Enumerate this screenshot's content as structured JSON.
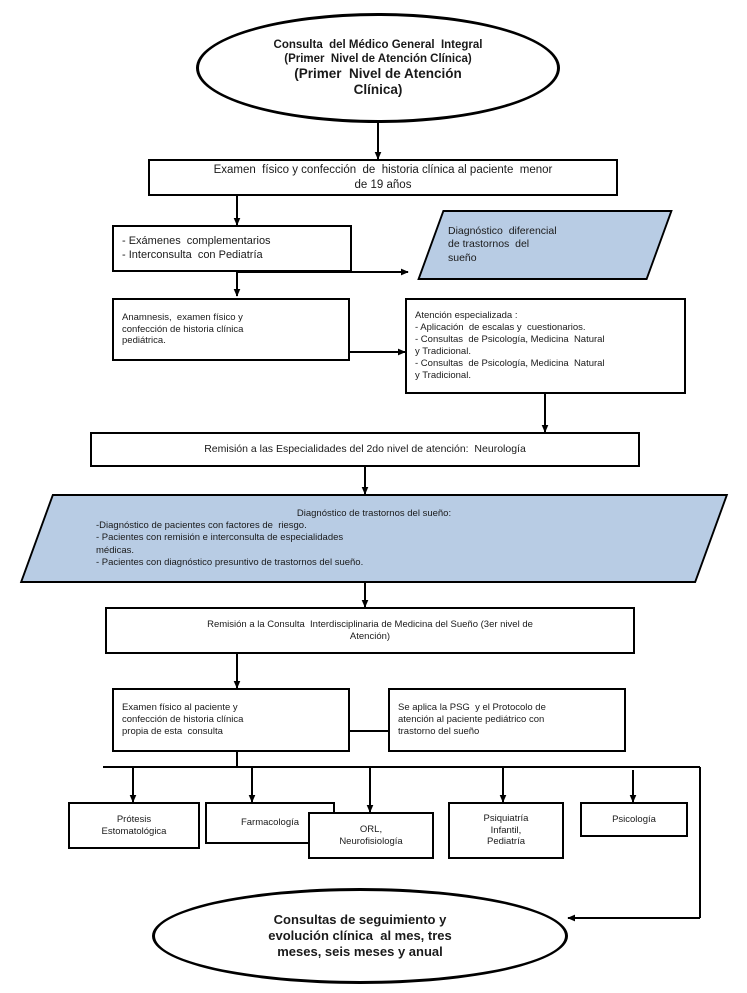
{
  "meta": {
    "title": "Flujograma de atención a trastornos del sueño en pacientes menores de 19 años",
    "accent_fill": "#b8cce4",
    "stroke": "#000000",
    "background": "#ffffff"
  },
  "nodes": {
    "start_ellipse": {
      "shape": "ellipse",
      "lines": [
        "Consulta  del Médico General  Integral",
        "(Primer  Nivel de Atención Clínica)",
        "(Primer  Nivel de Atención",
        "Clínica)"
      ]
    },
    "exam_box": {
      "shape": "process",
      "lines": [
        "Examen  físico y confección  de  historia clínica al paciente  menor",
        "de 19 años"
      ]
    },
    "complementarios_box": {
      "shape": "process",
      "lines": [
        "- Exámenes  complementarios",
        "- Interconsulta  con Pediatría"
      ]
    },
    "diag_diferencial_para": {
      "shape": "parallelogram",
      "lines": [
        "Diagnóstico  diferencial",
        "de trastornos  del",
        "sueño"
      ]
    },
    "anamnesis_box": {
      "shape": "process",
      "lines": [
        "Anamnesis,  examen físico y",
        "confección de historia clínica",
        "pediátrica."
      ]
    },
    "atencion_especializada_box": {
      "shape": "process",
      "lines": [
        "Atención especializada :",
        "- Aplicación  de escalas y  cuestionarios.",
        "- Consultas  de Psicología, Medicina  Natural",
        "y Tradicional.",
        "- Consultas  de Psicología, Medicina  Natural",
        "y Tradicional."
      ]
    },
    "remision_2do_box": {
      "shape": "process",
      "lines": [
        "Remisión a las Especialidades del 2do nivel de atención:  Neurología"
      ]
    },
    "diag_trastornos_para": {
      "shape": "parallelogram",
      "title": "Diagnóstico de trastornos del sueño:",
      "lines": [
        "-Diagnóstico de pacientes con factores de  riesgo.",
        "- Pacientes con remisión e interconsulta de especialidades",
        "médicas.",
        "- Pacientes con diagnóstico presuntivo de trastornos del sueño."
      ]
    },
    "remision_3er_box": {
      "shape": "process",
      "lines": [
        "Remisión a la Consulta  Interdisciplinaria de Medicina del Sueño (3er nivel de",
        "Atención)"
      ]
    },
    "examen_consulta_box": {
      "shape": "process",
      "lines": [
        "Examen físico al paciente y",
        "confección de historia clínica",
        "propia de esta  consulta"
      ]
    },
    "psg_box": {
      "shape": "process",
      "lines": [
        "Se aplica la PSG  y el Protocolo de",
        "atención al paciente pediátrico con",
        "trastorno del sueño"
      ]
    },
    "end_ellipse": {
      "shape": "ellipse",
      "lines": [
        "Consultas de seguimiento y",
        "evolución clínica  al mes, tres",
        "meses, seis meses y anual"
      ]
    }
  },
  "specialty_boxes": [
    {
      "id": "protesis",
      "lines": [
        "Prótesis",
        "Estomatológica"
      ]
    },
    {
      "id": "farmacologia",
      "lines": [
        "Farmacología"
      ]
    },
    {
      "id": "orl",
      "lines": [
        "ORL,",
        "Neurofisiología"
      ]
    },
    {
      "id": "psiquiatria",
      "lines": [
        "Psiquiatría",
        "Infantil,",
        "Pediatría"
      ]
    },
    {
      "id": "psicologia",
      "lines": [
        "Psicología"
      ]
    }
  ]
}
